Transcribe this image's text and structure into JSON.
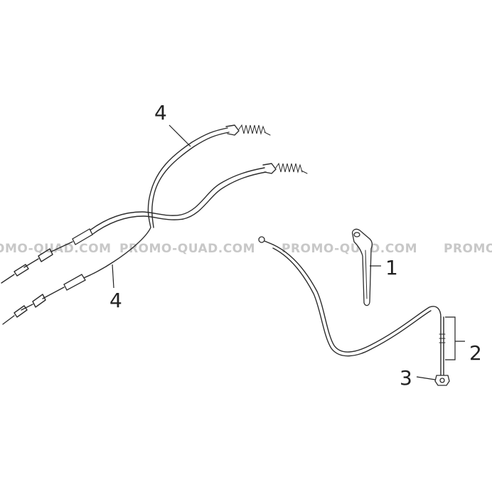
{
  "watermark": {
    "segments": [
      "OMO-QUAD.COM",
      "PROMO-QUAD.COM",
      "PROMO-QUAD.COM",
      "PROMO"
    ]
  },
  "callouts": {
    "c1": "1",
    "c2": "2",
    "c3": "3",
    "c4_top": "4",
    "c4_bottom": "4"
  },
  "colors": {
    "line": "#2b2b2b",
    "watermark": "#c8c8c8",
    "background": "#ffffff"
  }
}
